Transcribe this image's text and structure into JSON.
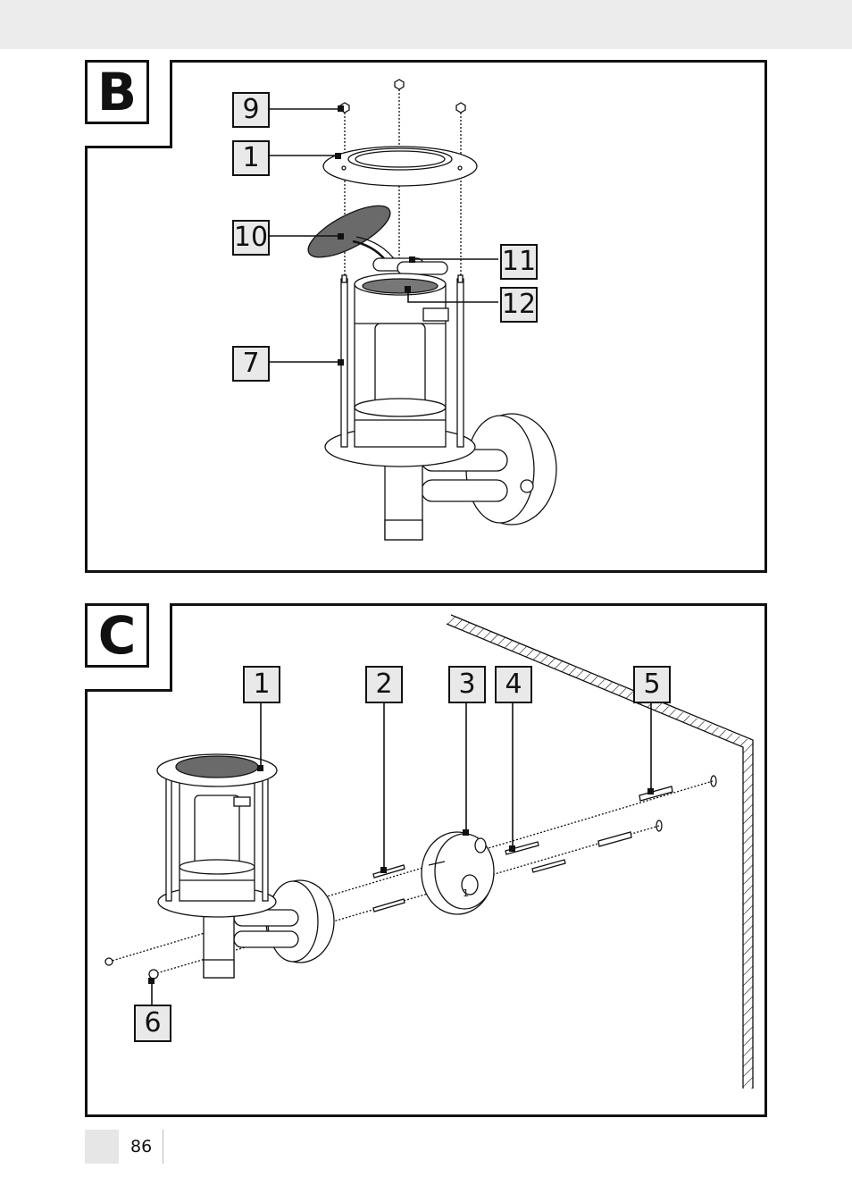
{
  "figure_b": {
    "letter": "B",
    "callouts": {
      "c9": "9",
      "c1": "1",
      "c10": "10",
      "c11": "11",
      "c12": "12",
      "c7": "7"
    }
  },
  "figure_c": {
    "letter": "C",
    "callouts": {
      "c1": "1",
      "c2": "2",
      "c3": "3",
      "c4": "4",
      "c5": "5",
      "c6": "6"
    },
    "box_mark": "1"
  },
  "footer": {
    "page_number": "86"
  }
}
